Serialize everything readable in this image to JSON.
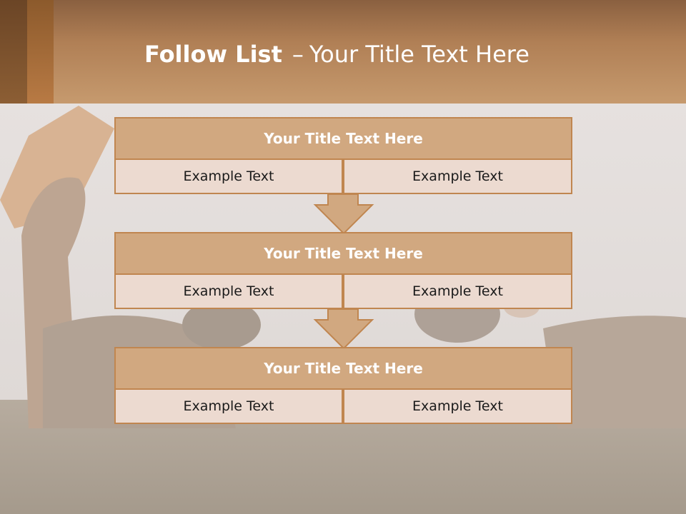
{
  "header": {
    "title_bold": "Follow List",
    "title_sep": "–",
    "title_rest": "Your Title Text Here"
  },
  "blocks": [
    {
      "title": "Your Title Text Here",
      "left": "Example Text",
      "right": "Example Text"
    },
    {
      "title": "Your Title Text Here",
      "left": "Example Text",
      "right": "Example Text"
    },
    {
      "title": "Your Title Text Here",
      "left": "Example Text",
      "right": "Example Text"
    }
  ],
  "colors": {
    "accent": "#c08650",
    "title_fill": "#d1a880",
    "cell_fill": "#ecdad0"
  }
}
